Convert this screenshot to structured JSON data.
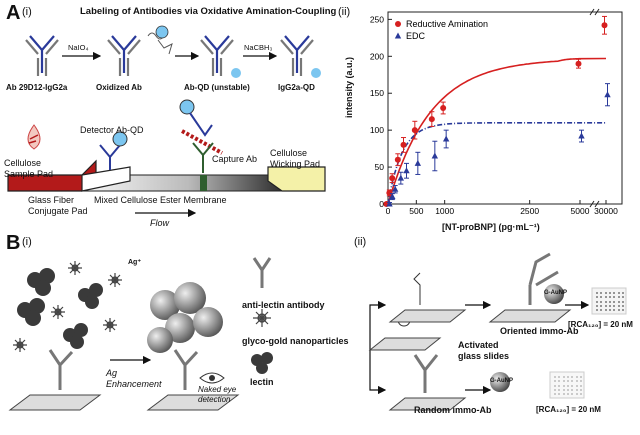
{
  "panel_a": {
    "letter": "A",
    "sub_i": "(i)",
    "sub_ii": "(ii)",
    "title": "Labeling of Antibodies via Oxidative Amination-Coupling",
    "steps": [
      "Ab 29D12-IgG2a",
      "Oxidized Ab",
      "Ab-QD (unstable)",
      "IgG2a-QD"
    ],
    "reagents": [
      "NaIO₄",
      "NaCBH₃"
    ],
    "strip": {
      "sample_pad": "Cellulose\nSample Pad",
      "detector": "Detector Ab-QD",
      "capture": "Capture Ab",
      "wicking": "Cellulose\nWicking Pad",
      "conjugate": "Glass Fiber\nConjugate Pad",
      "membrane": "Mixed Cellulose Ester Membrane",
      "flow": "Flow"
    }
  },
  "panel_b": {
    "letter": "B",
    "sub_i": "(i)",
    "sub_ii": "(ii)",
    "ag_plus": "Ag⁺",
    "arrow_label": "Ag\nEnhancement",
    "naked_eye": "Naked eye\ndetection",
    "legend": [
      "anti-lectin antibody",
      "glyco-gold nanoparticles",
      "lectin"
    ],
    "activated": "Activated\nglass slides",
    "oriented": "Oriented immo-Ab",
    "random": "Random immo-Ab",
    "gnp": "G-AuNP",
    "rca_top": "[RCA₁₂₀] = 20 nM",
    "rca_bottom": "[RCA₁₂₀] = 20 nM"
  },
  "chart_data": {
    "type": "scatter",
    "xlabel": "[NT-proBNP] (pg·mL⁻¹)",
    "ylabel": "intensity (a.u.)",
    "ylim": [
      0,
      260
    ],
    "y_ticks": [
      "0",
      "50",
      "100",
      "150",
      "200",
      "250"
    ],
    "x_ticks": [
      "0",
      "500",
      "1000",
      "2500",
      "5000",
      "30000"
    ],
    "x_axis_break": true,
    "legend_position": "top-left",
    "series": [
      {
        "name": "Reductive Amination",
        "color": "#d62020",
        "marker": "circle",
        "x": [
          0,
          50,
          100,
          200,
          300,
          500,
          800,
          1000,
          5000,
          30000
        ],
        "y": [
          0,
          15,
          35,
          60,
          80,
          100,
          115,
          130,
          190,
          242
        ],
        "err": [
          2,
          4,
          6,
          8,
          10,
          12,
          10,
          8,
          6,
          12
        ]
      },
      {
        "name": "EDC",
        "color": "#2a3a9a",
        "marker": "triangle",
        "x": [
          0,
          50,
          100,
          200,
          300,
          500,
          800,
          1000,
          5000,
          30000
        ],
        "y": [
          0,
          10,
          20,
          35,
          45,
          55,
          65,
          88,
          92,
          148
        ],
        "err": [
          2,
          4,
          5,
          8,
          10,
          15,
          20,
          12,
          8,
          15
        ]
      }
    ]
  }
}
